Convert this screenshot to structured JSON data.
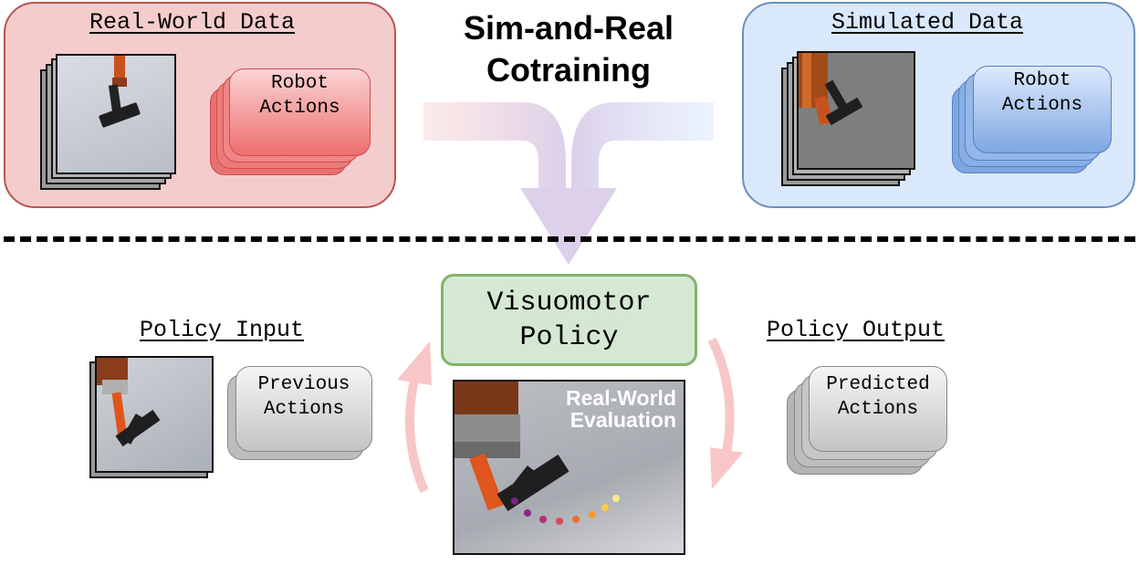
{
  "title": {
    "line1": "Sim-and-Real",
    "line2": "Cotraining"
  },
  "real_world": {
    "heading": "Real-World Data",
    "actions_line1": "Robot",
    "actions_line2": "Actions"
  },
  "simulated": {
    "heading": "Simulated Data",
    "actions_line1": "Robot",
    "actions_line2": "Actions"
  },
  "policy": {
    "line1": "Visuomotor",
    "line2": "Policy"
  },
  "policy_input": {
    "heading": "Policy Input",
    "actions_line1": "Previous",
    "actions_line2": "Actions"
  },
  "policy_output": {
    "heading": "Policy Output",
    "actions_line1": "Predicted",
    "actions_line2": "Actions"
  },
  "evaluation": {
    "line1": "Real-World",
    "line2": "Evaluation"
  },
  "colors": {
    "real_panel": "#f5cccc",
    "real_border": "#b85450",
    "sim_panel": "#dae8fc",
    "sim_border": "#6c8ebf",
    "policy_fill": "#d5e8d4",
    "policy_border": "#82b366",
    "merge_arrow": "#dcd0ea",
    "cycle_arrow": "#f8c6c6"
  },
  "icons": [
    "robot-camera-image",
    "t-shaped-object",
    "trajectory-dots",
    "merge-arrow",
    "cycle-arrow"
  ]
}
